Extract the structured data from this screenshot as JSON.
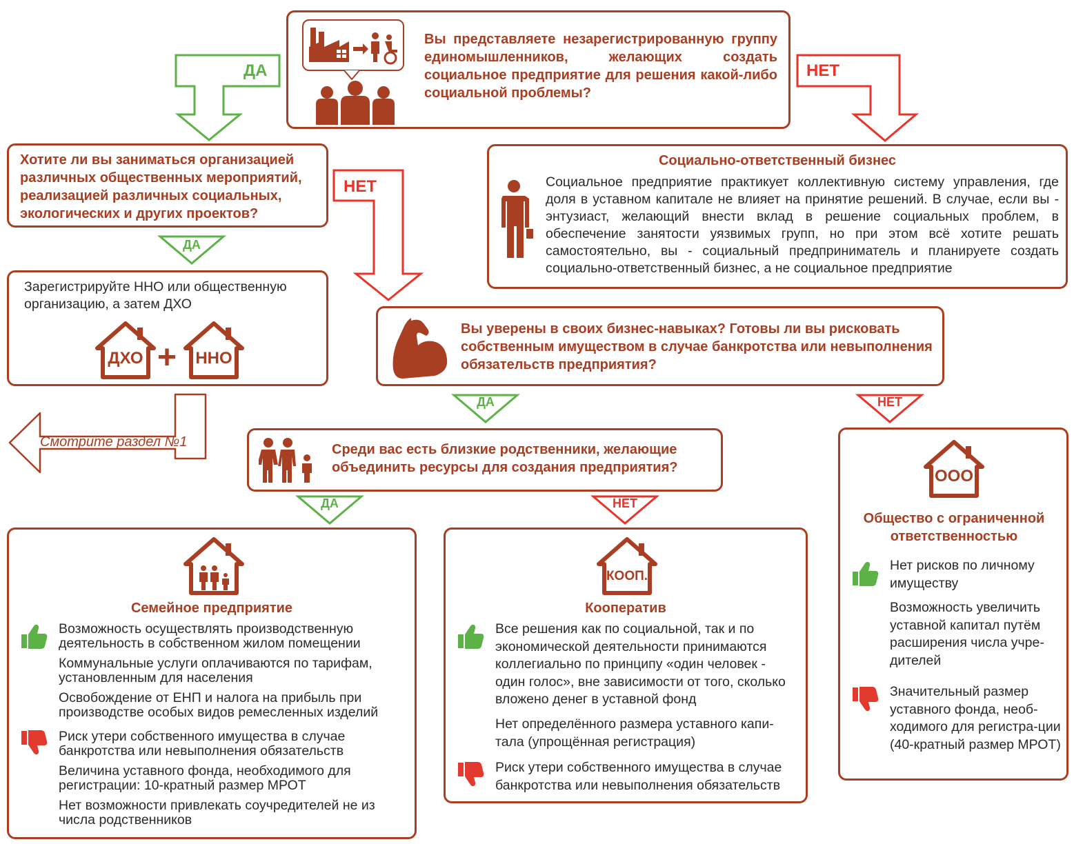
{
  "top": {
    "question": "Вы представляете незарегистрированную группу единомышленников, желающих создать социальное предприятие для решения какой-либо социальной проблемы?"
  },
  "labels": {
    "yes": "ДА",
    "no": "НЕТ"
  },
  "q2": {
    "question": "Хотите ли вы заниматься организацией различных общественных мероприятий, реализацией различных социальных, экологических и других проектов?"
  },
  "nko": {
    "text": "Зарегистрируйте ННО или общественную организацию, а затем ДХО",
    "house1": "ДХО",
    "house2": "ННО",
    "see": "Смотрите раздел №1"
  },
  "csr": {
    "title": "Социально-ответственный бизнес",
    "text": "Социальное предприятие практикует коллективную систему управления, где доля в уставном капитале не влияет на принятие решений. В случае, если вы - энтузиаст, желающий внести вклад в решение социальных проблем, в обеспечение занятости уязвимых групп, но при этом всё хотите решать самостоятельно, вы - социальный предприниматель и планируете создать социально-ответственный бизнес, а не социальное предприятие"
  },
  "q3": {
    "question": "Вы уверены в своих бизнес-навыках? Готовы ли вы рисковать собственным имуществом в случае банкротства или невыполнения обязательств предприятия?"
  },
  "q4": {
    "question": "Среди вас есть близкие родственники, желающие объединить ресурсы для создания предприятия?"
  },
  "family": {
    "title": "Семейное предприятие",
    "pros": [
      "Возможность осуществлять производственную деятельность в собственном жилом помещении",
      "Коммунальные услуги оплачиваются по тарифам, установленным для населения",
      "Освобождение от ЕНП и налога на прибыль при производстве особых видов ремесленных изделий"
    ],
    "cons": [
      "Риск утери собственного имущества в случае банкротства или невыполнения обязательств",
      "Величина уставного фонда, необходимого для регистрации: 10-кратный размер МРОТ",
      "Нет возможности привлекать соучредителей не из числа родственников"
    ]
  },
  "coop": {
    "house": "КООП.",
    "title": "Кооператив",
    "pros": [
      "Все решения как по социальной, так и по экономической деятельности принимаются коллегиально по принципу «один человек - один голос», вне зависимости от того, сколько вложено денег в уставной фонд",
      "Нет определённого размера уставного капи-тала (упрощённая регистрация)"
    ],
    "cons": [
      "Риск утери собственного имущества в случае банкротства или невыполнения обязательств"
    ]
  },
  "llc": {
    "house": "ООО",
    "title": "Общество с ограниченной ответственностью",
    "pros": [
      "Нет рисков по личному имуществу",
      "Возможность увеличить уставной капитал путём расширения числа учре-дителей"
    ],
    "cons": [
      "Значительный размер уставного фонда, необ-ходимого для регистра-ции (40-кратный размер МРОТ)"
    ]
  },
  "colors": {
    "accent": "#a83e22",
    "yes": "#5cb247",
    "no": "#e8342a",
    "thumb_down": "#e23a2e"
  }
}
